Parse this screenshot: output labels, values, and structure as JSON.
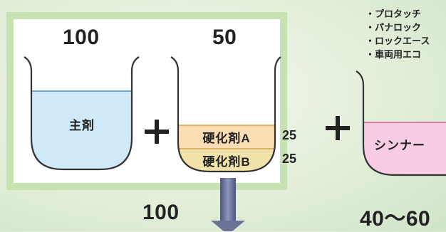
{
  "left_beaker": {
    "amount": "100",
    "label": "主剤"
  },
  "middle_beaker": {
    "amount": "50",
    "layers": [
      {
        "label": "硬化剤A",
        "ratio": "25"
      },
      {
        "label": "硬化剤B",
        "ratio": "25"
      }
    ]
  },
  "mixed_total": "100",
  "thinner": {
    "label": "シンナー",
    "amount": "40〜60",
    "products": [
      "・プロタッチ",
      "・パナロック",
      "・ロックエース",
      "・車両用エコ"
    ]
  },
  "colors": {
    "frame": "#c9e2b4",
    "main_agent": "#cfe9f8",
    "hardener_a": "#fcdcb2",
    "hardener_b": "#f0e2a9",
    "thinner": "#f8cde4",
    "arrow": "#6b7398"
  },
  "icons": [
    "plus-icon",
    "down-arrow-icon"
  ]
}
